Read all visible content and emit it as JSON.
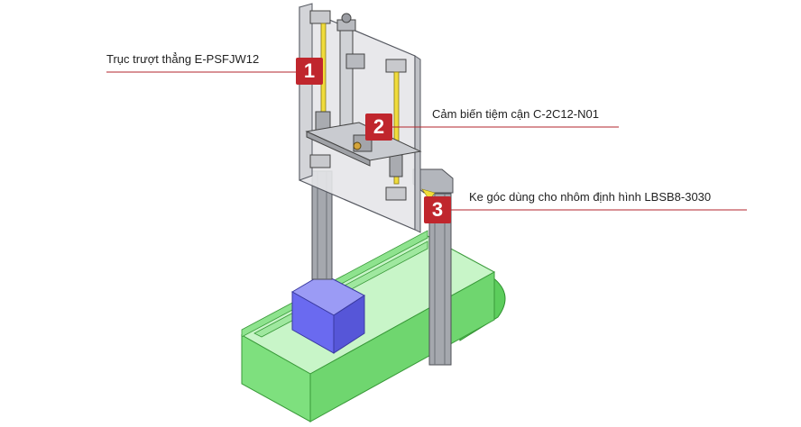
{
  "callouts": [
    {
      "number": "1",
      "label": "Trục trượt thẳng E-PSFJW12"
    },
    {
      "number": "2",
      "label": "Cảm biến tiệm cận C-2C12-N01"
    },
    {
      "number": "3",
      "label": "Ke góc dùng cho nhôm định hình LBSB8-3030"
    }
  ],
  "colors": {
    "badge": "#c0262d",
    "leader_line": "#b3262d",
    "conveyor": "#7ee07e",
    "conveyor_dark": "#4fbf4f",
    "box": "#6a6af0",
    "panel": "#e8e8ea",
    "profile": "#9da0a6",
    "rod": "#f2e24a"
  }
}
